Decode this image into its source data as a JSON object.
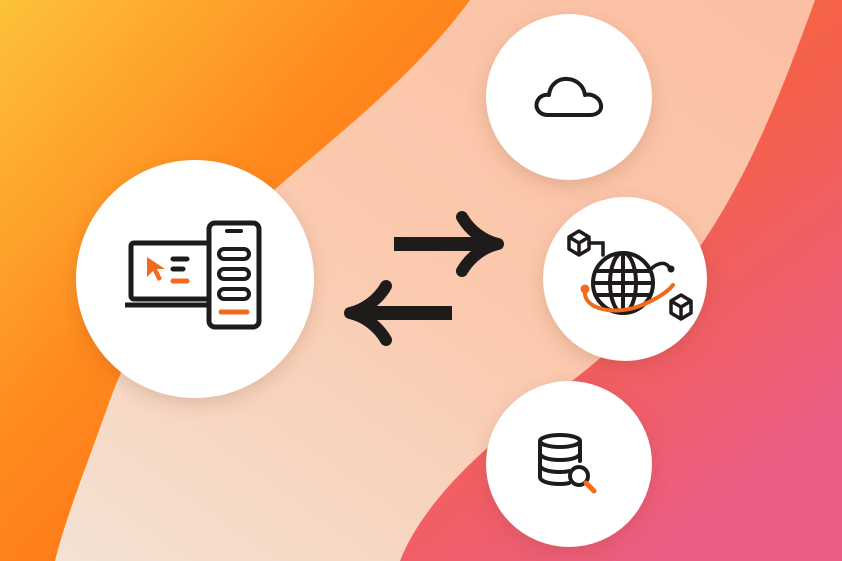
{
  "colors": {
    "accent": "#F26A1B",
    "ink": "#1F1B1A",
    "node_fill": "#FFFFFF",
    "bg_yellow": "#FDC23A",
    "bg_orange": "#FF6A10",
    "bg_peach": "#FBC2A6",
    "bg_coral": "#F4604A",
    "bg_pink": "#EC5D86"
  },
  "diagram": {
    "nodes": [
      {
        "id": "app",
        "icon": "laptop-phone-app-icon"
      },
      {
        "id": "cloud",
        "icon": "cloud-icon"
      },
      {
        "id": "api",
        "icon": "globe-network-icon"
      },
      {
        "id": "database",
        "icon": "database-search-icon"
      }
    ],
    "connectors": [
      {
        "icon": "arrow-right-icon",
        "direction": "right"
      },
      {
        "icon": "arrow-left-icon",
        "direction": "left"
      }
    ]
  }
}
